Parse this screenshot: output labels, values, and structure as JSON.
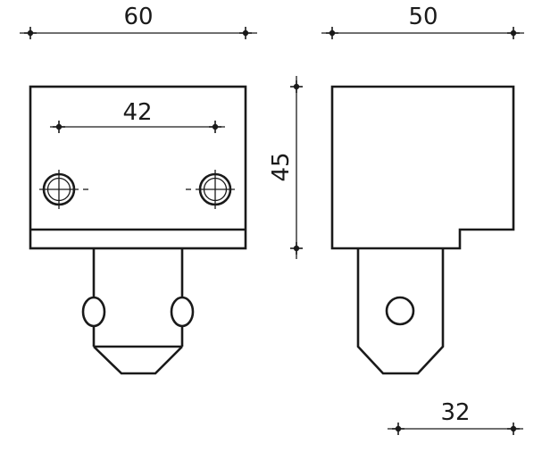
{
  "dimensions": {
    "front_width": "60",
    "hole_spacing": "42",
    "side_width": "50",
    "side_height": "45",
    "tab_offset": "32"
  }
}
